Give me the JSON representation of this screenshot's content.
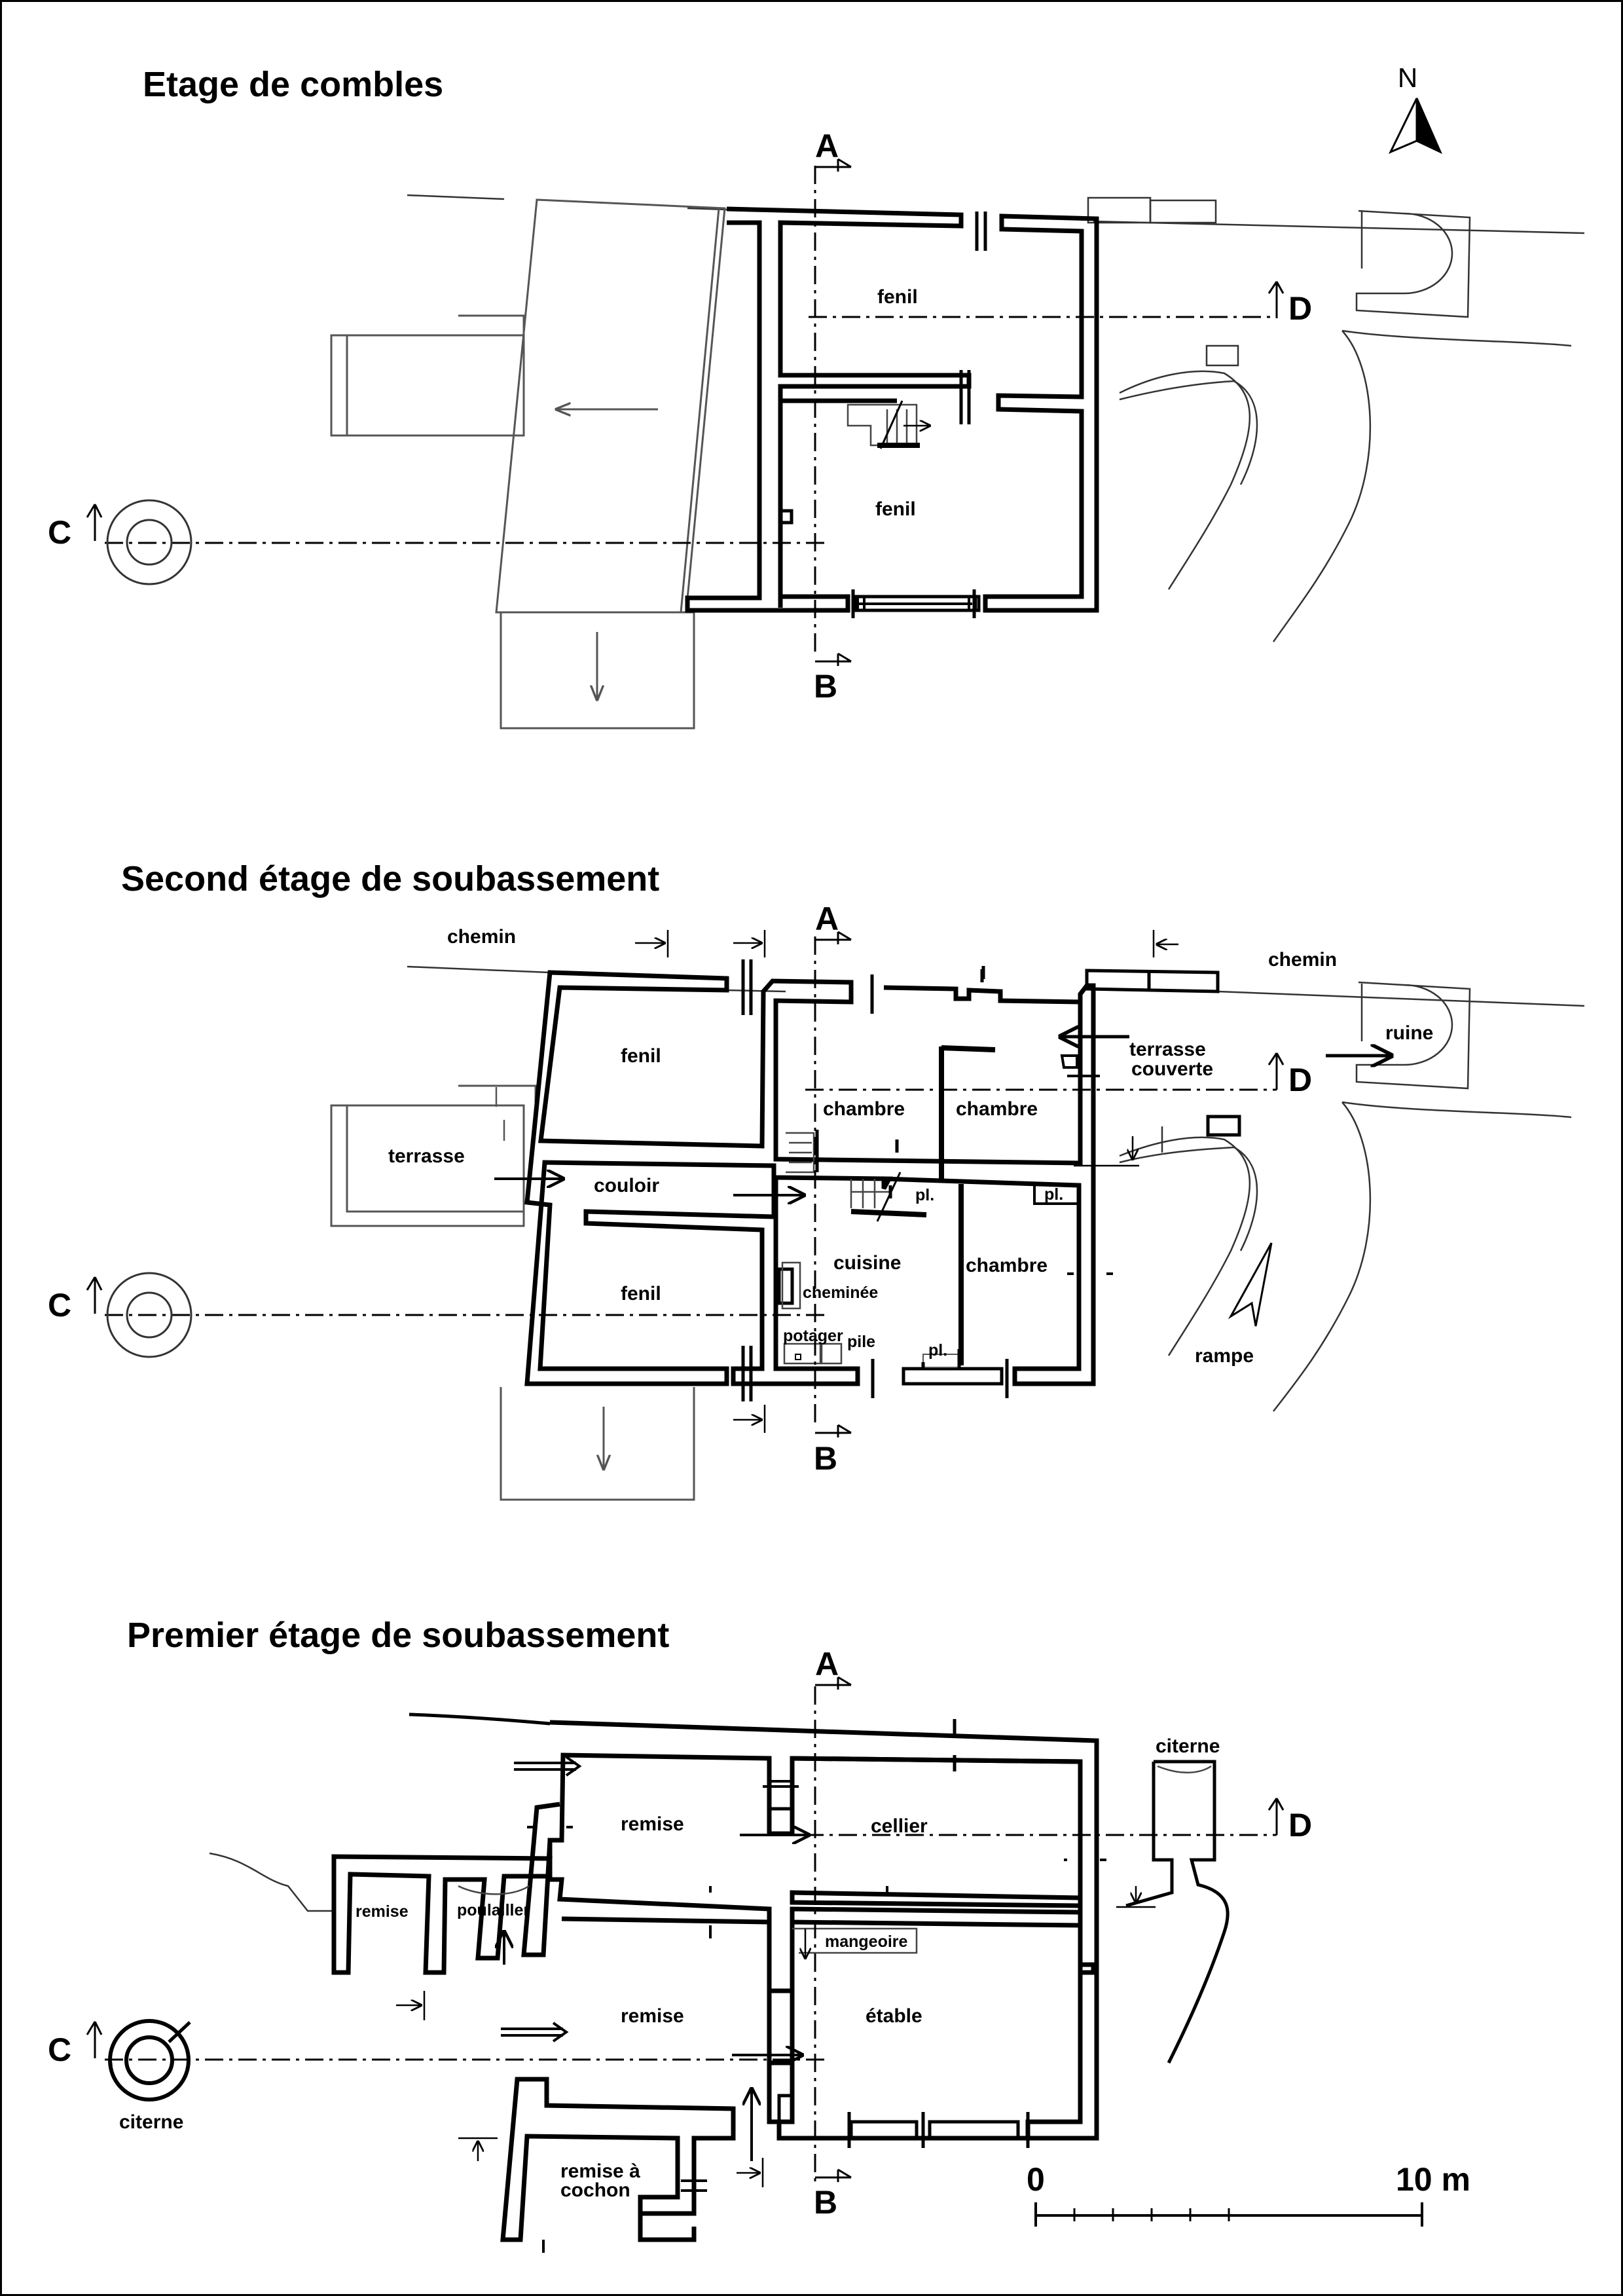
{
  "north_label": "N",
  "sections": [
    {
      "title": "Etage de combles",
      "rooms": [
        "fenil",
        "fenil"
      ]
    },
    {
      "title": "Second étage de soubassement",
      "rooms": [
        "fenil",
        "couloir",
        "fenil",
        "chambre",
        "chambre",
        "cuisine",
        "chambre",
        "terrasse couverte",
        "terrasse"
      ],
      "labels": [
        "chemin",
        "chemin",
        "ruine",
        "rampe",
        "cheminée",
        "potager",
        "pile",
        "pl.",
        "pl.",
        "pl."
      ]
    },
    {
      "title": "Premier étage de soubassement",
      "rooms": [
        "remise",
        "cellier",
        "remise",
        "étable",
        "remise",
        "poulailler",
        "remise à cochon",
        "citerne",
        "citerne"
      ],
      "labels": [
        "mangeoire"
      ]
    }
  ],
  "section_marks": [
    "A",
    "B",
    "C",
    "D"
  ],
  "scale": {
    "start": "0",
    "end": "10 m"
  },
  "text": {
    "t1": "Etage de combles",
    "t2": "Second étage de soubassement",
    "t3": "Premier étage de soubassement",
    "fenil": "fenil",
    "couloir": "couloir",
    "chambre": "chambre",
    "cuisine": "cuisine",
    "terrasse": "terrasse",
    "terrasse_couverte_1": "terrasse",
    "terrasse_couverte_2": "couverte",
    "chemin": "chemin",
    "ruine": "ruine",
    "rampe": "rampe",
    "cheminee": "cheminée",
    "potager": "potager",
    "pile": "pile",
    "pl": "pl.",
    "remise": "remise",
    "cellier": "cellier",
    "etable": "étable",
    "poulailler": "poulailler",
    "remise_cochon_1": "remise à",
    "remise_cochon_2": "cochon",
    "citerne": "citerne",
    "mangeoire": "mangeoire",
    "A": "A",
    "B": "B",
    "C": "C",
    "D": "D",
    "N": "N",
    "scale0": "0",
    "scale10": "10 m"
  }
}
